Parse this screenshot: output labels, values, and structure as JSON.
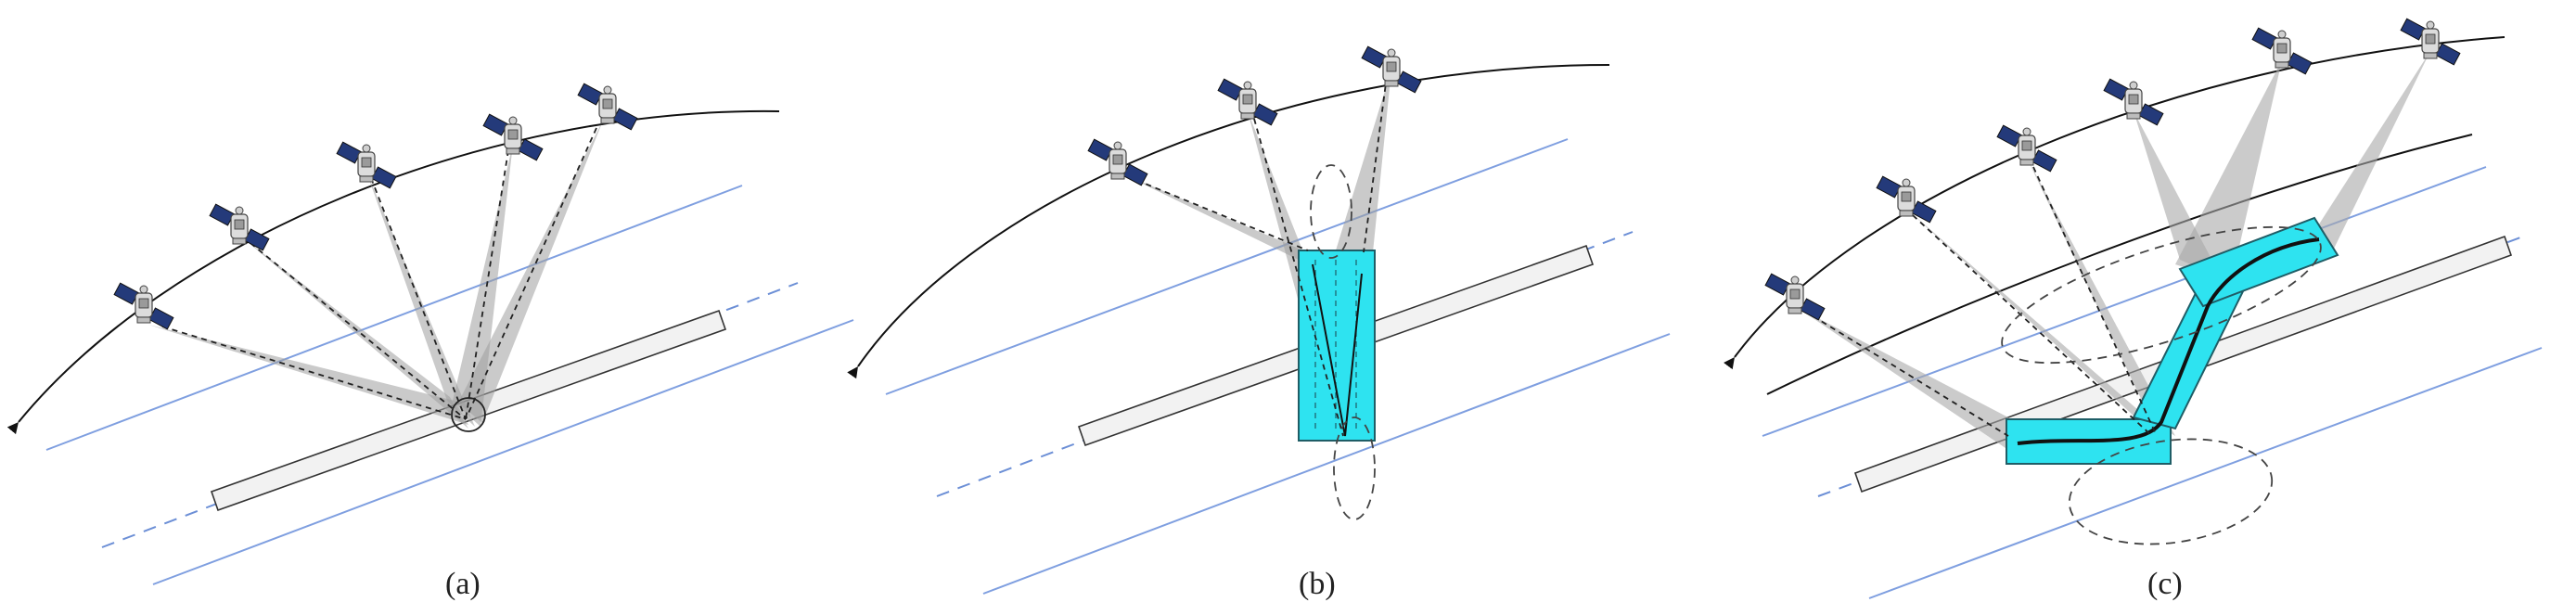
{
  "panels": [
    {
      "label": "(a)"
    },
    {
      "label": "(b)"
    },
    {
      "label": "(c)"
    }
  ],
  "icons": {
    "satellite": "satellite-icon"
  },
  "colors": {
    "ground_track": "#7f9fe0",
    "target_region": "#2ee3f0",
    "beam": "#9e9e9e",
    "orbit": "#111111"
  }
}
